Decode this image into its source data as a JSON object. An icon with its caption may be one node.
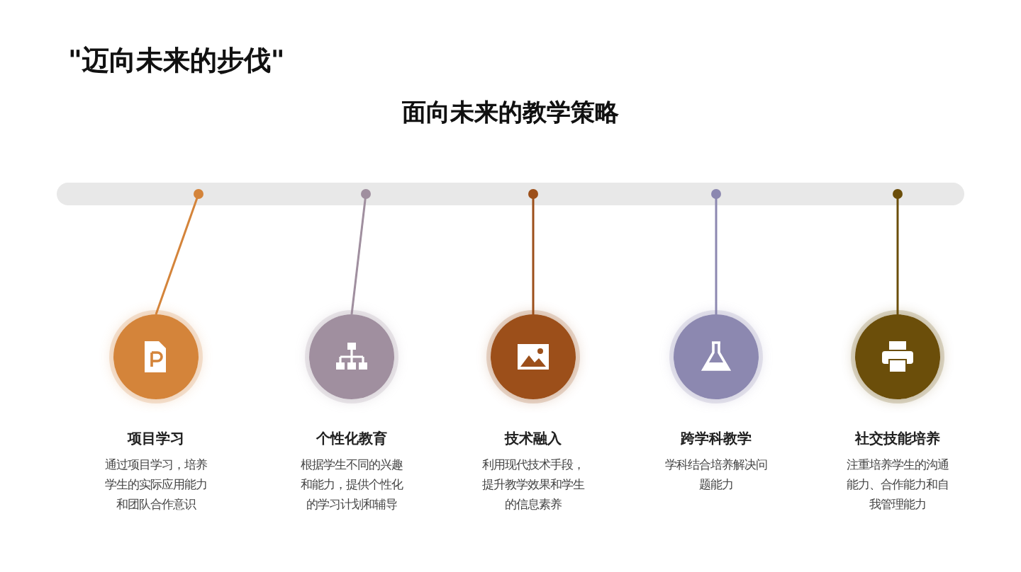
{
  "diagram": {
    "title": "\"迈向未来的步伐\"",
    "nodes": [
      {
        "text": [],
        "shape": "bar"
      },
      {
        "text": [],
        "shape": "circle",
        "beside": [
          "项目学习",
          "通过项目学习，培养学生的实际应用能力和团队合作意识"
        ]
      },
      {
        "text": [],
        "shape": "circle",
        "beside": [
          "个性化教育",
          "根据学生不同的兴趣和能力，提供个性化的学习计划和辅导"
        ]
      },
      {
        "text": [],
        "shape": "circle",
        "beside": [
          "技术融入",
          "利用现代技术手段，提升教学效果和学生的信息素养"
        ]
      },
      {
        "text": [],
        "shape": "circle",
        "beside": [
          "跨学科教学",
          "学科结合培养解决问题能力"
        ]
      },
      {
        "text": [],
        "shape": "circle",
        "beside": [
          "社交技能培养",
          "注重培养学生的沟通能力、合作能力和自我管理能力"
        ]
      }
    ],
    "edges": [
      {
        "from": 0,
        "to": 1,
        "arrow": "other",
        "color": "#d4843a"
      },
      {
        "from": 0,
        "to": 2,
        "arrow": "other",
        "color": "#a08f9f"
      },
      {
        "from": 0,
        "to": 3,
        "arrow": "other",
        "color": "#9c4f1a"
      },
      {
        "from": 0,
        "to": 4,
        "arrow": "other",
        "color": "#8c88b0"
      },
      {
        "from": 0,
        "to": 5,
        "arrow": "other",
        "color": "#6b4e0a"
      }
    ],
    "labels": [
      "面向未来的教学策略"
    ]
  }
}
